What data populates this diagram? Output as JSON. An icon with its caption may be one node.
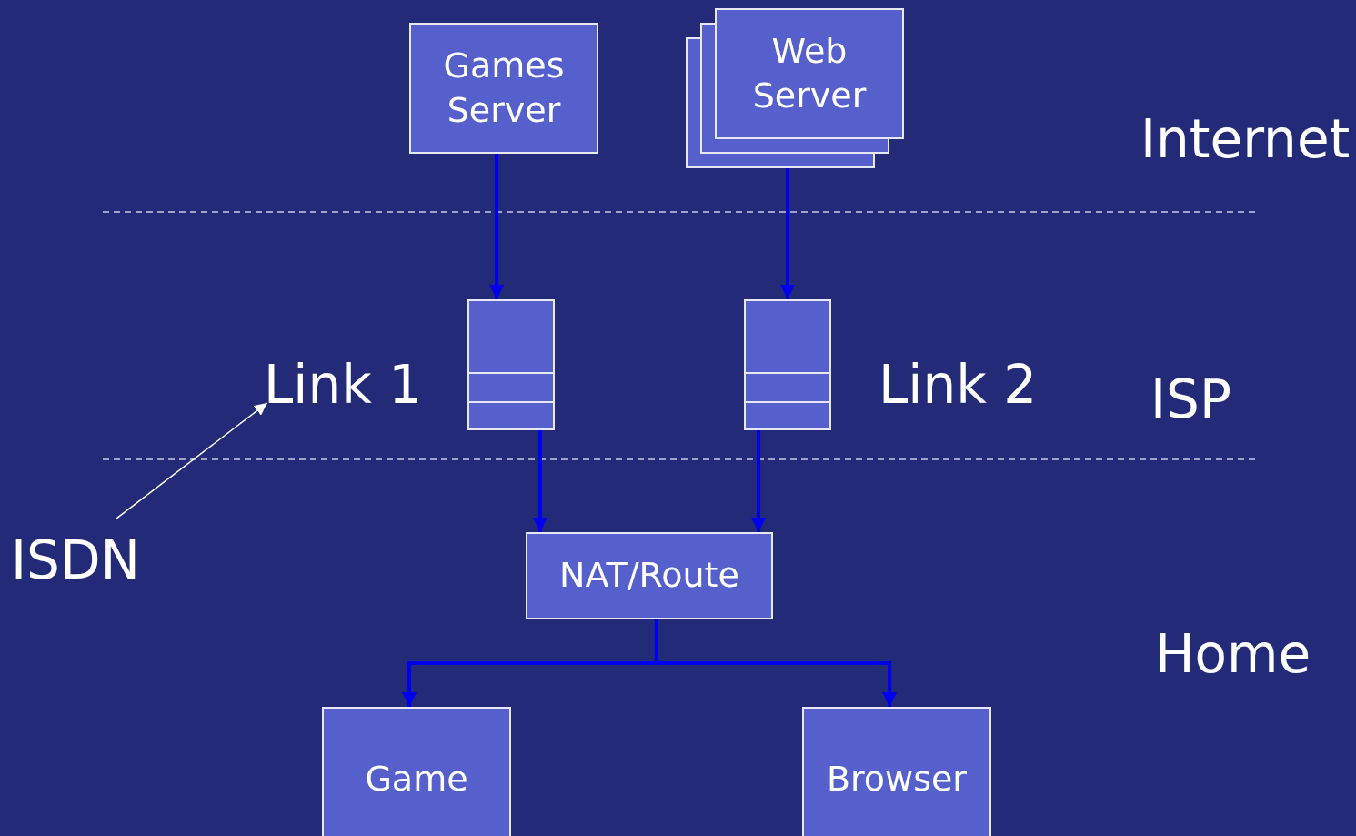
{
  "diagram": {
    "nodes": [
      {
        "text": [
          "Games Server"
        ]
      },
      {
        "text": [
          "Web Server"
        ]
      },
      {
        "text": [
          "Link 1"
        ]
      },
      {
        "text": [],
        "shape": "box"
      },
      {
        "text": [],
        "shape": "box"
      },
      {
        "text": [
          "ISDN"
        ]
      },
      {
        "text": [
          "NAT/Route"
        ]
      },
      {
        "text": [
          "Game"
        ]
      },
      {
        "text": [
          "Browser"
        ]
      }
    ],
    "edges": [
      {
        "from": 0,
        "to": 3,
        "arrow": "to"
      },
      {
        "from": 1,
        "to": 4,
        "arrow": "to"
      },
      {
        "from": 3,
        "to": 6,
        "arrow": "to"
      },
      {
        "from": 4,
        "to": 6,
        "arrow": "to"
      },
      {
        "from": 6,
        "to": 7,
        "arrow": "to"
      },
      {
        "from": 6,
        "to": 8,
        "arrow": "to"
      },
      {
        "from": 5,
        "to": 2,
        "arrow": "to",
        "color": "#ffffff"
      }
    ],
    "labels": [
      "Internet",
      "Link 2",
      "ISP",
      "Home"
    ]
  }
}
